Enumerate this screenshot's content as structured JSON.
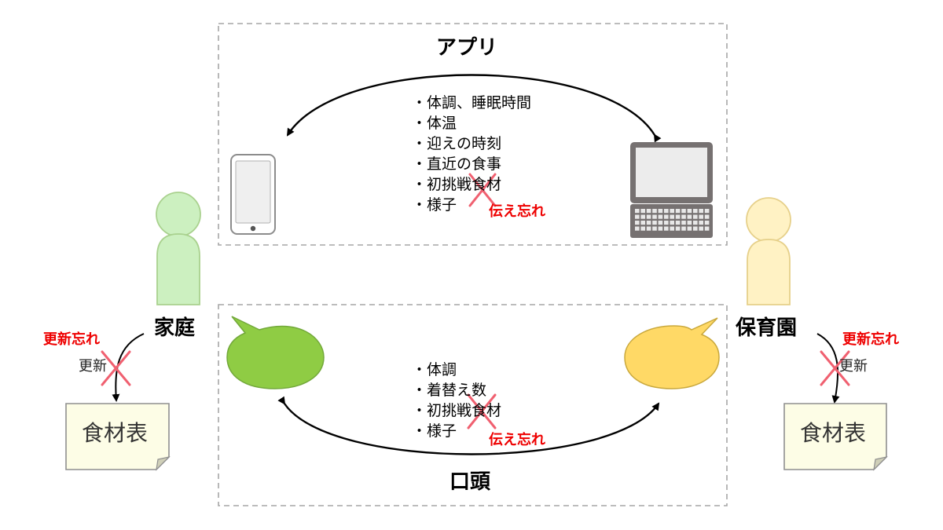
{
  "app_section": {
    "title": "アプリ",
    "items": [
      "体調、睡眠時間",
      "体温",
      "迎えの時刻",
      "直近の食事",
      "初挑戦食材",
      "様子"
    ],
    "forgot_label": "伝え忘れ"
  },
  "verbal_section": {
    "title": "口頭",
    "items": [
      "体調",
      "着替え数",
      "初挑戦食材",
      "様子"
    ],
    "forgot_label": "伝え忘れ"
  },
  "home": {
    "label": "家庭",
    "update_label": "更新",
    "update_forgot_label": "更新忘れ",
    "document_label": "食材表",
    "color": "#ccf0c0"
  },
  "daycare": {
    "label": "保育園",
    "update_label": "更新",
    "update_forgot_label": "更新忘れ",
    "document_label": "食材表",
    "color": "#fff2c4"
  },
  "colors": {
    "cross": "#f06070",
    "red_text": "#ee0000",
    "home_bubble": "#8fcc44",
    "daycare_bubble": "#ffd966",
    "device": "#767171"
  }
}
